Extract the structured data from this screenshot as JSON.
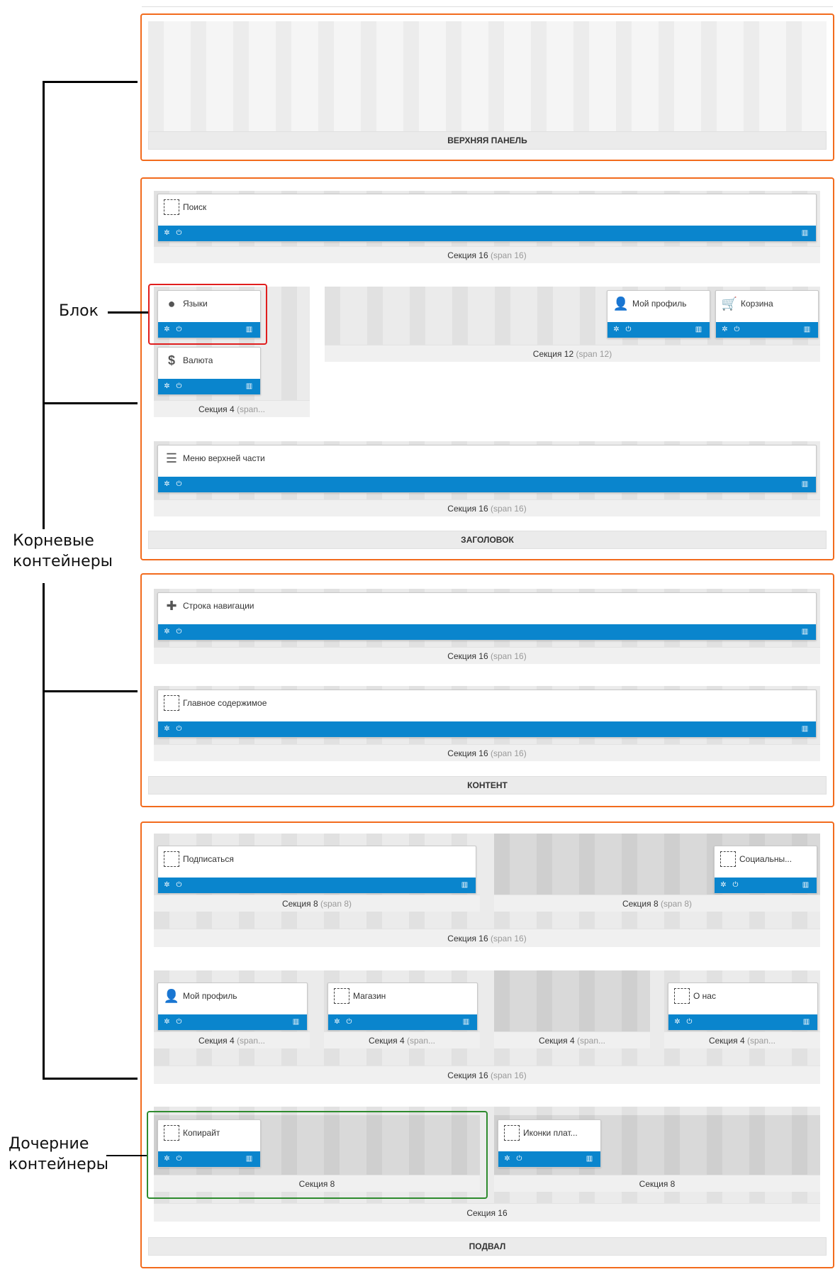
{
  "annotations": {
    "block": "Блок",
    "root_containers": [
      "Корневые",
      "контейнеры"
    ],
    "child_containers": [
      "Дочерние",
      "контейнеры"
    ]
  },
  "roots": {
    "top_panel": "ВЕРХНЯЯ ПАНЕЛЬ",
    "header": "ЗАГОЛОВОК",
    "content": "КОНТЕНТ",
    "footer": "ПОДВАЛ"
  },
  "sections": {
    "s16": "Секция 16",
    "span16": "(span 16)",
    "s12": "Секция 12",
    "span12": "(span 12)",
    "s8": "Секция 8",
    "span8": "(span 8)",
    "s4": "Секция 4",
    "span4_trunc": "(span..."
  },
  "blocks": {
    "search": "Поиск",
    "languages": "Языки",
    "currency": "Валюта",
    "my_profile": "Мой профиль",
    "cart": "Корзина",
    "top_menu": "Меню верхней части",
    "breadcrumbs": "Строка навигации",
    "main_content": "Главное содержимое",
    "subscribe": "Подписаться",
    "social": "Социальны...",
    "shop": "Магазин",
    "about": "О нас",
    "copyright": "Копирайт",
    "payment_icons": "Иконки плат..."
  },
  "icons": {
    "settings": "gear-icon",
    "power": "power-icon",
    "delete": "trash-icon"
  },
  "colors": {
    "root_border": "#f26b1d",
    "block_bar": "#0a85cd",
    "highlight_block": "#e01e1e",
    "highlight_child": "#2e8b2e"
  }
}
